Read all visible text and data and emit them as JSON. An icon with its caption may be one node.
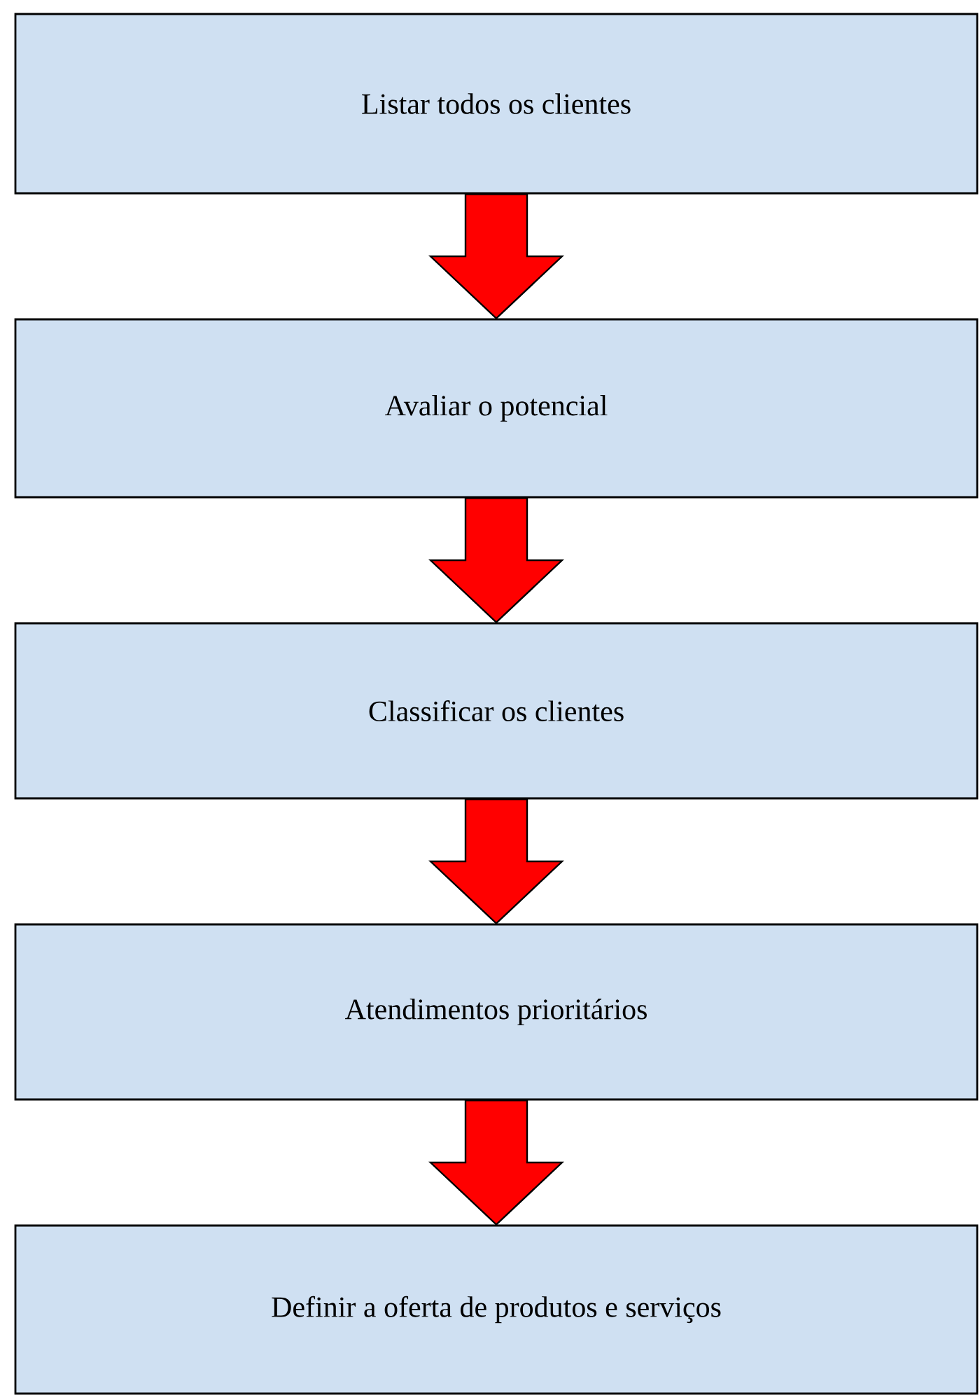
{
  "diagram": {
    "nodes": [
      {
        "text": [
          "Listar todos os clientes"
        ]
      },
      {
        "text": [
          "Avaliar o potencial"
        ]
      },
      {
        "text": [
          "Classificar os clientes"
        ]
      },
      {
        "text": [
          "Atendimentos prioritários"
        ]
      },
      {
        "text": [
          "Definir a oferta de produtos e serviços"
        ]
      }
    ],
    "edges": [
      {
        "from": 0,
        "to": 1,
        "arrow": "to"
      },
      {
        "from": 1,
        "to": 2,
        "arrow": "to"
      },
      {
        "from": 2,
        "to": 3,
        "arrow": "to"
      },
      {
        "from": 3,
        "to": 4,
        "arrow": "to"
      }
    ]
  }
}
